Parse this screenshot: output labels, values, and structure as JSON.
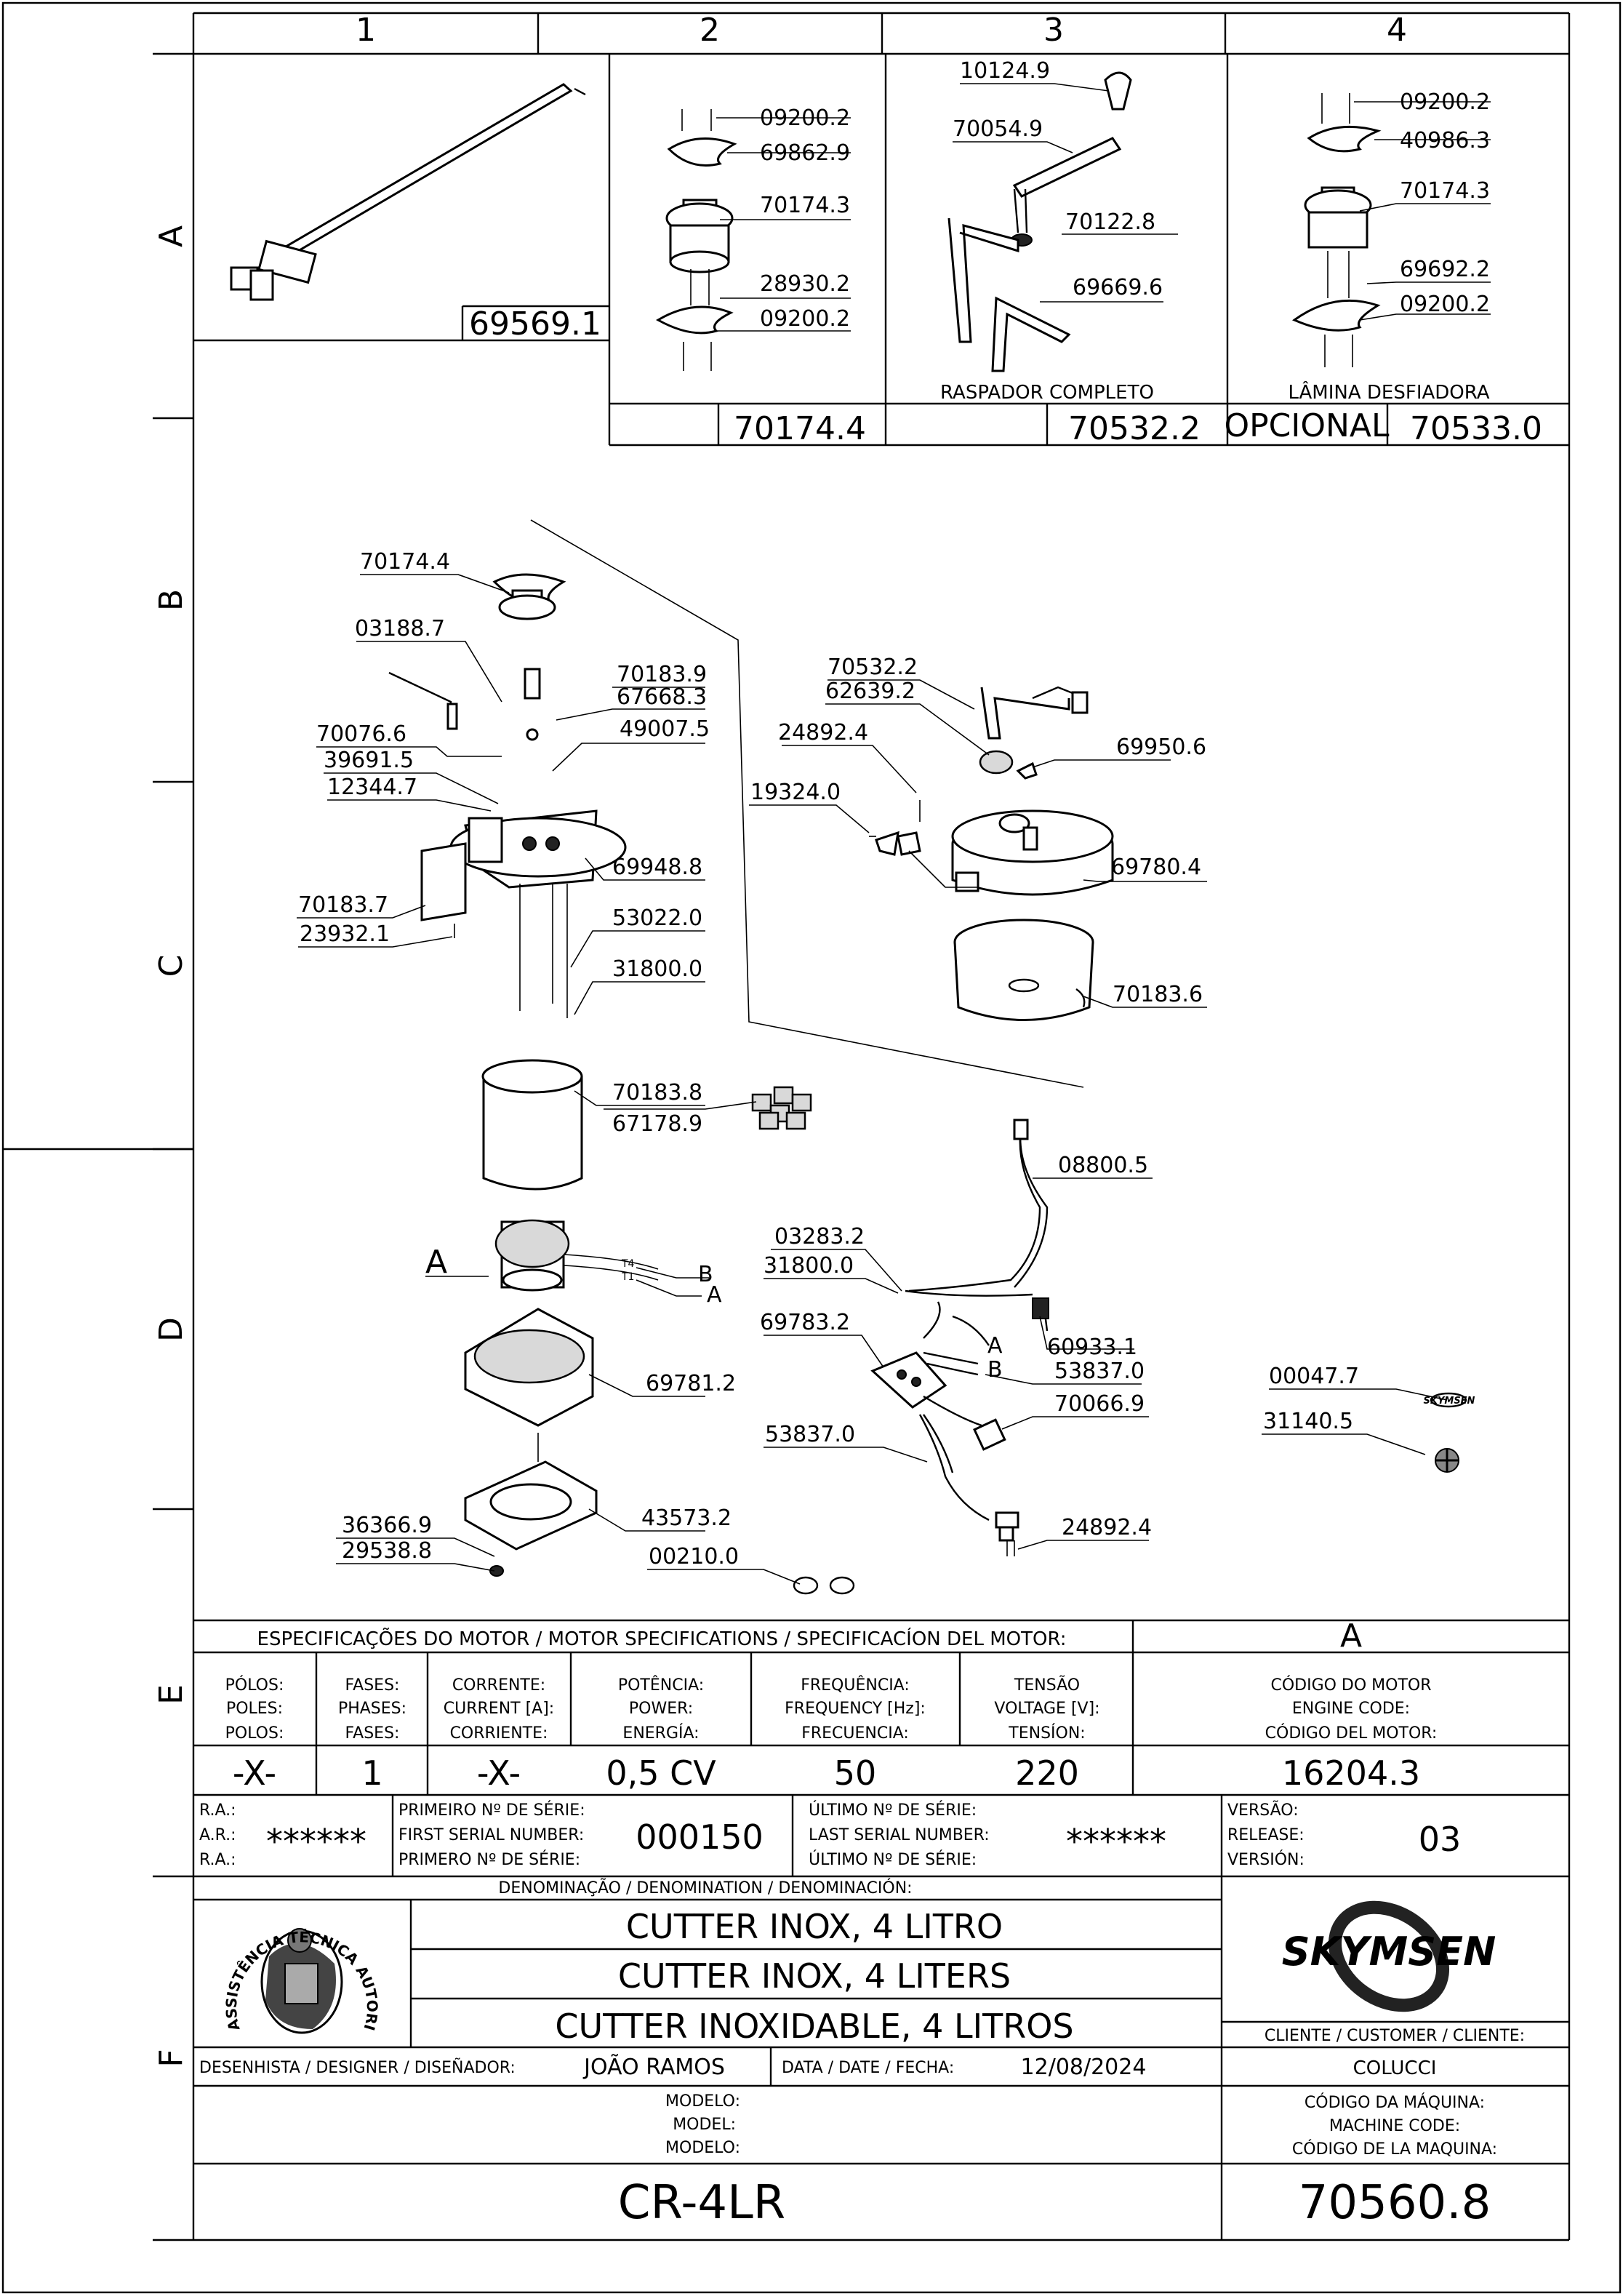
{
  "grid": {
    "columns": [
      "1",
      "2",
      "3",
      "4"
    ],
    "rows": [
      "A",
      "B",
      "C",
      "D",
      "E",
      "F"
    ]
  },
  "panels": {
    "panel1": {
      "code": "69569.1"
    },
    "panel2": {
      "code": "70174.4",
      "callouts": [
        "09200.2",
        "69862.9",
        "70174.3",
        "28930.2",
        "09200.2"
      ]
    },
    "panel3": {
      "code": "70532.2",
      "caption": "RASPADOR  COMPLETO",
      "callouts": [
        "10124.9",
        "70054.9",
        "70122.8",
        "69669.6"
      ]
    },
    "panel4": {
      "code": "70533.0",
      "tag": "OPCIONAL",
      "caption": "LÂMINA   DESFIADORA",
      "callouts": [
        "09200.2",
        "40986.3",
        "70174.3",
        "69692.2",
        "09200.2"
      ]
    }
  },
  "main_callouts": {
    "left": [
      "70174.4",
      "03188.7",
      "70183.9",
      "67668.3",
      "49007.5",
      "70076.6",
      "39691.5",
      "12344.7",
      "69948.8",
      "70183.7",
      "23932.1",
      "53022.0",
      "31800.0",
      "70183.8",
      "67178.9",
      "69781.2",
      "36366.9",
      "29538.8",
      "43573.2",
      "00210.0"
    ],
    "right": [
      "70532.2",
      "62639.2",
      "24892.4",
      "69950.6",
      "19324.0",
      "69780.4",
      "70183.6"
    ],
    "wiring": [
      "08800.5",
      "03283.2",
      "31800.0",
      "69783.2",
      "60933.1",
      "53837.0",
      "70066.9",
      "53837.0",
      "24892.4"
    ],
    "extra": [
      "00047.7",
      "31140.5"
    ],
    "motor_label": "A",
    "wire_labels": [
      "B",
      "A",
      "A",
      "B"
    ],
    "wire_tags": [
      "T4",
      "T1"
    ]
  },
  "motor_specs": {
    "heading": "ESPECIFICAÇÕES DO MOTOR / MOTOR SPECIFICATIONS / SPECIFICACÍON DEL MOTOR:",
    "motor_letter": "A",
    "columns": [
      {
        "labels": [
          "PÓLOS:",
          "POLES:",
          "POLOS:"
        ],
        "value": "-X-"
      },
      {
        "labels": [
          "FASES:",
          "PHASES:",
          "FASES:"
        ],
        "value": "1"
      },
      {
        "labels": [
          "CORRENTE:",
          "CURRENT [A]:",
          "CORRIENTE:"
        ],
        "value": "-X-"
      },
      {
        "labels": [
          "POTÊNCIA:",
          "POWER:",
          "ENERGÍA:"
        ],
        "value": "0,5 CV"
      },
      {
        "labels": [
          "FREQUÊNCIA:",
          "FREQUENCY [Hz]:",
          "FRECUENCIA:"
        ],
        "value": "50"
      },
      {
        "labels": [
          "TENSÃO",
          "VOLTAGE [V]:",
          "TENSÍON:"
        ],
        "value": "220"
      },
      {
        "labels": [
          "CÓDIGO DO MOTOR",
          "ENGINE CODE:",
          "CÓDIGO DEL MOTOR:"
        ],
        "value": "16204.3"
      }
    ]
  },
  "serial": {
    "ra_labels": [
      "R.A.:",
      "A.R.:",
      "R.A.:"
    ],
    "ra_value": "******",
    "first_labels": [
      "PRIMEIRO Nº DE SÉRIE:",
      "FIRST SERIAL NUMBER:",
      "PRIMERO Nº DE SÉRIE:"
    ],
    "first_value": "000150",
    "last_labels": [
      "ÚLTIMO Nº DE SÉRIE:",
      "LAST SERIAL NUMBER:",
      "ÚLTIMO Nº DE SÉRIE:"
    ],
    "last_value": "******",
    "version_labels": [
      "VERSÃO:",
      "RELEASE:",
      "VERSIÓN:"
    ],
    "version_value": "03"
  },
  "denomination": {
    "heading": "DENOMINAÇÃO / DENOMINATION / DENOMINACIÓN:",
    "lines": [
      "CUTTER INOX, 4 LITRO",
      "CUTTER INOX, 4 LITERS",
      "CUTTER INOXIDABLE, 4 LITROS"
    ],
    "seal_text": "ASSISTÊNCIA TÉCNICA AUTORIZADA"
  },
  "brand": {
    "name": "SKYMSEN",
    "small": "SKYMSEN"
  },
  "customer": {
    "label": "CLIENTE / CUSTOMER / CLIENTE:",
    "value": "COLUCCI"
  },
  "designer": {
    "label": "DESENHISTA / DESIGNER / DISEÑADOR:",
    "value": "JOÃO RAMOS"
  },
  "date": {
    "label": "DATA / DATE / FECHA:",
    "value": "12/08/2024"
  },
  "model": {
    "labels": [
      "MODELO:",
      "MODEL:",
      "MODELO:"
    ],
    "value": "CR-4LR"
  },
  "machine_code": {
    "labels": [
      "CÓDIGO DA MÁQUINA:",
      "MACHINE CODE:",
      "CÓDIGO DE LA MAQUINA:"
    ],
    "value": "70560.8"
  }
}
